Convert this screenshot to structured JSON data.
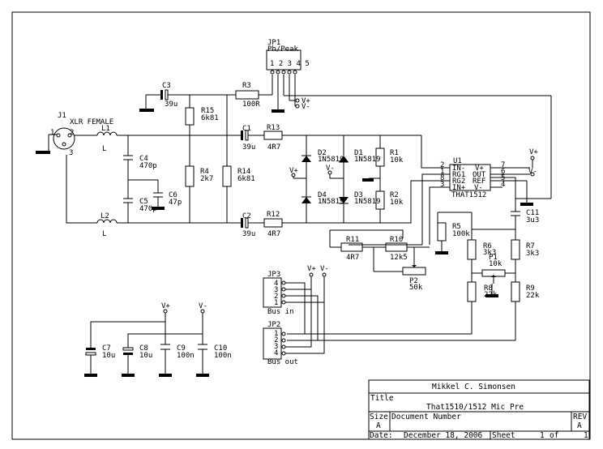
{
  "connectors": {
    "j1": {
      "ref": "J1",
      "label": "XLR FEMALE",
      "pins": [
        "1",
        "2",
        "3"
      ]
    },
    "jp1": {
      "ref": "JP1",
      "label": "Ph/Peak",
      "pins": "1 2 3 4 5"
    },
    "jp2": {
      "ref": "JP2",
      "label": "Bus out",
      "pins": [
        "1",
        "2",
        "3",
        "4"
      ]
    },
    "jp3": {
      "ref": "JP3",
      "label": "Bus in",
      "pins": [
        "4",
        "3",
        "2",
        "1"
      ]
    }
  },
  "resistors": [
    {
      "ref": "R1",
      "value": "10k"
    },
    {
      "ref": "R2",
      "value": "10k"
    },
    {
      "ref": "R3",
      "value": "100R"
    },
    {
      "ref": "R4",
      "value": "2k7"
    },
    {
      "ref": "R5",
      "value": "100k"
    },
    {
      "ref": "R6",
      "value": "3k3"
    },
    {
      "ref": "R7",
      "value": "3k3"
    },
    {
      "ref": "R8",
      "value": "22k"
    },
    {
      "ref": "R9",
      "value": "22k"
    },
    {
      "ref": "R10",
      "value": "12k5"
    },
    {
      "ref": "R11",
      "value": "4R7"
    },
    {
      "ref": "R12",
      "value": "4R7"
    },
    {
      "ref": "R13",
      "value": "4R7"
    },
    {
      "ref": "R14",
      "value": "6k81"
    },
    {
      "ref": "R15",
      "value": "6k81"
    }
  ],
  "capacitors": [
    {
      "ref": "C1",
      "value": "39u"
    },
    {
      "ref": "C2",
      "value": "39u"
    },
    {
      "ref": "C3",
      "value": "39u"
    },
    {
      "ref": "C4",
      "value": "470p"
    },
    {
      "ref": "C5",
      "value": "470p"
    },
    {
      "ref": "C6",
      "value": "47p"
    },
    {
      "ref": "C7",
      "value": "10u"
    },
    {
      "ref": "C8",
      "value": "10u"
    },
    {
      "ref": "C9",
      "value": "100n"
    },
    {
      "ref": "C10",
      "value": "100n"
    },
    {
      "ref": "C11",
      "value": "3u3"
    }
  ],
  "inductors": [
    {
      "ref": "L1",
      "value": "L"
    },
    {
      "ref": "L2",
      "value": "L"
    }
  ],
  "diodes": [
    {
      "ref": "D1",
      "value": "1N5819"
    },
    {
      "ref": "D2",
      "value": "1N5819"
    },
    {
      "ref": "D3",
      "value": "1N5819"
    },
    {
      "ref": "D4",
      "value": "1N5819"
    }
  ],
  "pots": [
    {
      "ref": "P1",
      "value": "10k"
    },
    {
      "ref": "P2",
      "value": "50k"
    }
  ],
  "ic": {
    "ref": "U1",
    "part": "THAT1512",
    "left_pins": [
      {
        "num": "2",
        "name": "IN-"
      },
      {
        "num": "1",
        "name": "RG1"
      },
      {
        "num": "8",
        "name": "RG2"
      },
      {
        "num": "3",
        "name": "IN+"
      }
    ],
    "right_pins": [
      {
        "num": "7",
        "name": "V+"
      },
      {
        "num": "6",
        "name": "OUT"
      },
      {
        "num": "5",
        "name": "REF"
      },
      {
        "num": "4",
        "name": "V-"
      }
    ]
  },
  "supplies": {
    "vplus": "V+",
    "vminus": "V-"
  },
  "title_block": {
    "author": "Mikkel C. Simonsen",
    "title_label": "Title",
    "title": "That1510/1512 Mic Pre",
    "size_label": "Size",
    "size": "A",
    "docnum_label": "Document Number",
    "rev_label": "REV",
    "rev": "A",
    "date_label": "Date:",
    "date": "December 18, 2006",
    "sheet_label": "Sheet",
    "sheet_num": "1",
    "sheet_of": "of",
    "sheet_total": "1"
  }
}
